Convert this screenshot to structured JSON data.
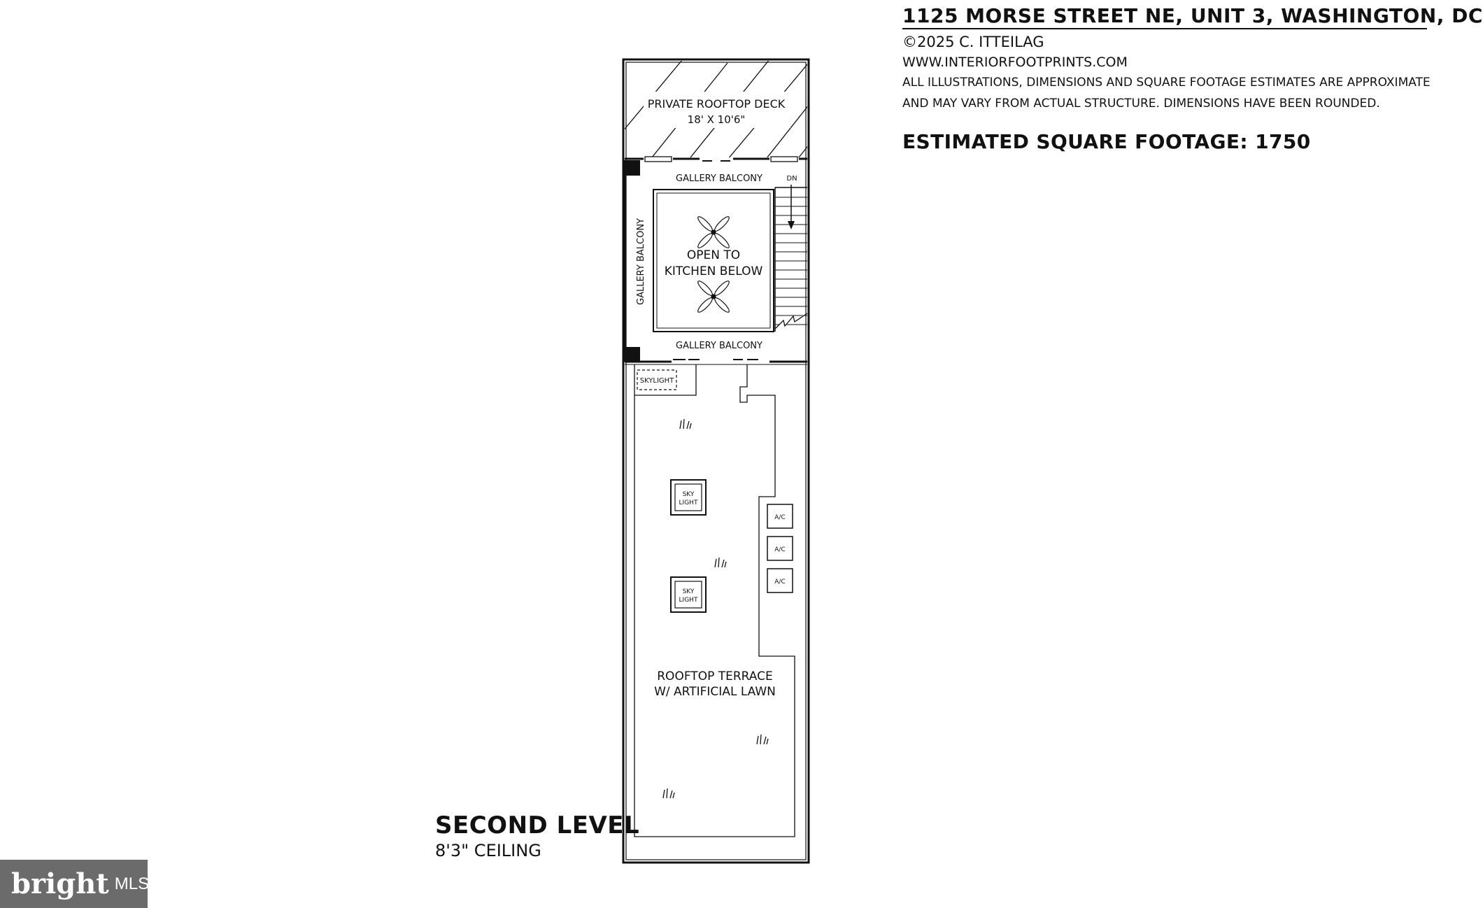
{
  "header": {
    "address": "1125 MORSE STREET NE, UNIT 3, WASHINGTON, DC",
    "copyright": "©2025 C. ITTEILAG",
    "website": "WWW.INTERIORFOOTPRINTS.COM",
    "disclaimer_line1": "ALL ILLUSTRATIONS, DIMENSIONS AND SQUARE FOOTAGE ESTIMATES ARE APPROXIMATE",
    "disclaimer_line2": "AND MAY VARY FROM ACTUAL STRUCTURE. DIMENSIONS HAVE BEEN ROUNDED.",
    "square_footage": "ESTIMATED SQUARE FOOTAGE: 1750"
  },
  "level": {
    "name": "SECOND LEVEL",
    "ceiling": "8'3\" CEILING"
  },
  "rooms": {
    "deck_name": "PRIVATE ROOFTOP DECK",
    "deck_dims": "18' X 10'6\"",
    "gallery_top": "GALLERY BALCONY",
    "gallery_side": "GALLERY BALCONY",
    "gallery_bottom": "GALLERY BALCONY",
    "open_line1": "OPEN TO",
    "open_line2": "KITCHEN BELOW",
    "stair_label": "DN",
    "skylight_small": "SKYLIGHT",
    "skylight_a_line1": "SKY",
    "skylight_a_line2": "LIGHT",
    "skylight_b_line1": "SKY",
    "skylight_b_line2": "LIGHT",
    "ac1": "A/C",
    "ac2": "A/C",
    "ac3": "A/C",
    "terrace_line1": "ROOFTOP TERRACE",
    "terrace_line2": "W/ ARTIFICIAL LAWN"
  },
  "badge": {
    "brand": "bright",
    "suffix": "MLS"
  }
}
